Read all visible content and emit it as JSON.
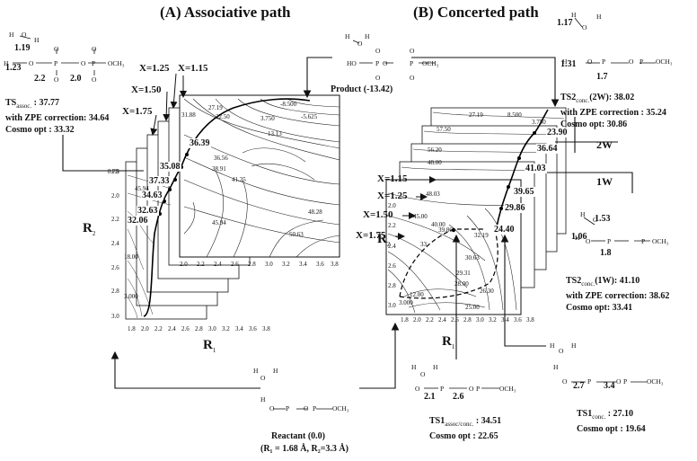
{
  "titles": {
    "a": "(A) Associative path",
    "b": "(B) Concerted path"
  },
  "product": {
    "label": "Product (-13.42)"
  },
  "reactant": {
    "label": "Reactant (0.0)",
    "coords": "(R₁ = 1.68 Å, R₂=3.3 Å)"
  },
  "ts_assoc_left": {
    "name": "TS",
    "sub": "assoc.",
    "energy": ": 37.77",
    "zpe": "with ZPE correction: 34.64",
    "cosmo": "Cosmo opt : 33.32",
    "distances": [
      "1.19",
      "1.23",
      "2.2",
      "2.0"
    ]
  },
  "ts2_2w": {
    "name": "TS2",
    "sub": "conc.",
    "tag": "(2W): 38.02",
    "zpe": "with ZPE correction : 35.24",
    "cosmo": "Cosmo opt: 30.86",
    "distances": [
      "1.17",
      "1.31",
      "1.7"
    ]
  },
  "ts2_1w": {
    "name": "TS2",
    "sub": "conc.",
    "tag": "(1W): 41.10",
    "zpe": "with ZPE correction: 38.62",
    "cosmo": "Cosmo opt: 33.41",
    "distances": [
      "1.53",
      "1.06",
      "1.8"
    ]
  },
  "ts1_assoc": {
    "name": "TS1",
    "sub": "assoc/conc.",
    "energy": ": 34.51",
    "cosmo": "Cosmo opt : 22.65",
    "distances": [
      "2.1",
      "2.6"
    ]
  },
  "ts1_conc": {
    "name": "TS1",
    "sub": "conc.",
    "energy": ": 27.10",
    "cosmo": "Cosmo opt : 19.64",
    "distances": [
      "2.7",
      "3.4"
    ]
  },
  "panel_a": {
    "r2_label": "R",
    "r2_sub": "2",
    "r1_label": "R",
    "r1_sub": "1",
    "x_labels": [
      "X=1.15",
      "X=1.25",
      "X=1.50",
      "X=1.75"
    ],
    "x_ticks": [
      "1.8",
      "2.0",
      "2.2",
      "2.4",
      "2.6",
      "2.8",
      "3.0",
      "3.2",
      "3.4",
      "3.6",
      "3.8"
    ],
    "y_ticks": [
      "1.8",
      "2.0",
      "2.2",
      "2.4",
      "2.6",
      "2.8",
      "3.0"
    ],
    "inner_x_ticks": [
      "2.0",
      "2.2",
      "2.4",
      "2.6",
      "2.8",
      "3.0",
      "3.2",
      "3.4",
      "3.6",
      "3.8"
    ],
    "path_values": [
      "36.39",
      "35.08",
      "37.33",
      "34.63",
      "32.63",
      "32.06"
    ],
    "contours": [
      "27.19",
      "22.50",
      "3.750",
      "-8.500",
      "-5.625",
      "13.13",
      "36.56",
      "38.91",
      "41.25",
      "45.94",
      "48.28",
      "50.63",
      "31.88",
      "8.75",
      "45.94",
      "18.00",
      "3.000"
    ]
  },
  "panel_b": {
    "r2_label": "R",
    "r2_sub": "2",
    "r1_label": "R",
    "r1_sub": "1",
    "x_labels": [
      "X=1.15",
      "X=1.25",
      "X=1.50",
      "X=1.75"
    ],
    "path_values": [
      "23.90",
      "36.64",
      "41.03",
      "39.65",
      "29.86",
      "24.40"
    ],
    "tag_2w": "2W",
    "tag_1w": "1W",
    "x_ticks": [
      "1.8",
      "2.0",
      "2.2",
      "2.4",
      "2.6",
      "2.8",
      "3.0",
      "3.2",
      "3.4",
      "3.6",
      "3.8"
    ],
    "y_ticks": [
      "2.0",
      "2.2",
      "2.4",
      "2.6",
      "2.8",
      "3.0"
    ],
    "contours": [
      "57.50",
      "56.20",
      "48.00",
      "48.03",
      "45.00",
      "40.00",
      "33",
      "30.63",
      "29.31",
      "28.00",
      "26.30",
      "25.00",
      "12.00",
      "3.000",
      "27.19",
      "8.500",
      "3.750",
      "39.86",
      "32.19"
    ]
  }
}
